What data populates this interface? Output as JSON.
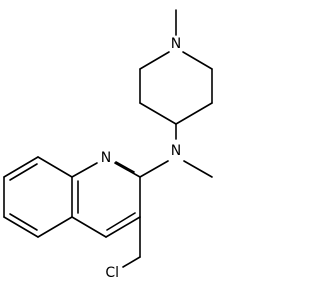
{
  "molecule": {
    "atoms": {
      "n_piperidine": "N",
      "n_amine": "N",
      "n_quinoline": "N",
      "chlorine": "Cl"
    },
    "colors": {
      "bond": "#000000",
      "label": "#000000",
      "background": "#ffffff"
    }
  }
}
